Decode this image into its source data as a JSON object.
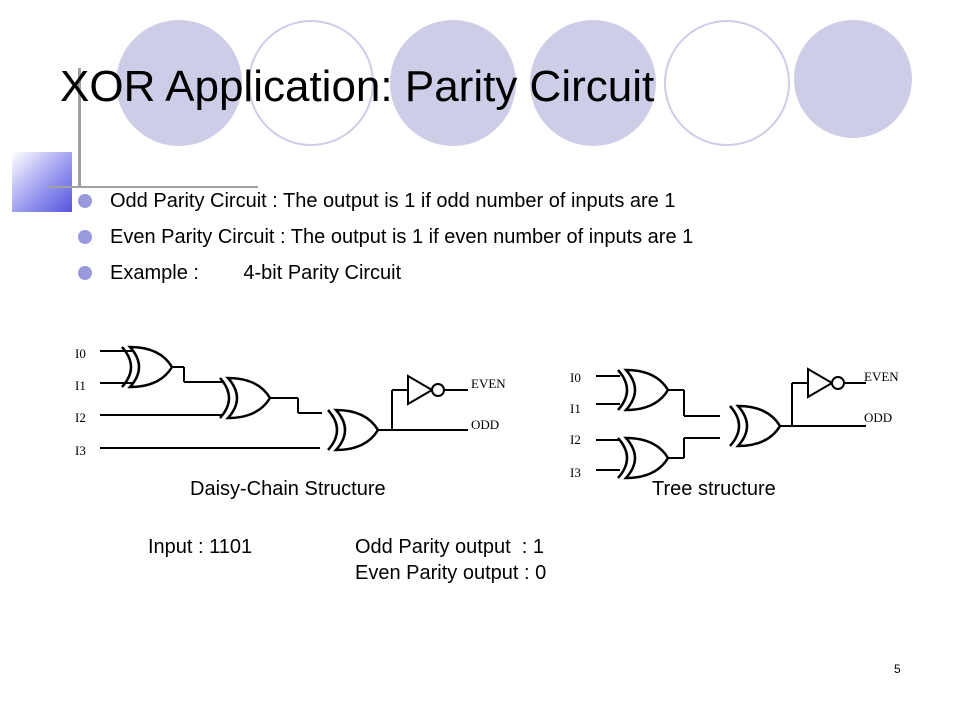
{
  "title": "XOR Application: Parity Circuit",
  "bullets": [
    "Odd Parity Circuit : The output is 1 if odd number of inputs are 1",
    "Even Parity Circuit : The output is 1 if even number of inputs are 1",
    "Example :\t4-bit Parity Circuit"
  ],
  "daisy_chain": {
    "inputs": [
      "I0",
      "I1",
      "I2",
      "I3"
    ],
    "even_label": "EVEN",
    "odd_label": "ODD",
    "caption": "Daisy-Chain Structure"
  },
  "tree": {
    "inputs": [
      "I0",
      "I1",
      "I2",
      "I3"
    ],
    "even_label": "EVEN",
    "odd_label": "ODD",
    "caption": "Tree structure"
  },
  "example": {
    "input": "Input : 1101",
    "odd_output": "Odd Parity output  : 1",
    "even_output": "Even Parity output : 0"
  },
  "page_number": "5",
  "colors": {
    "accent_circle": "#cdcde8",
    "bullet": "#9999dd"
  }
}
